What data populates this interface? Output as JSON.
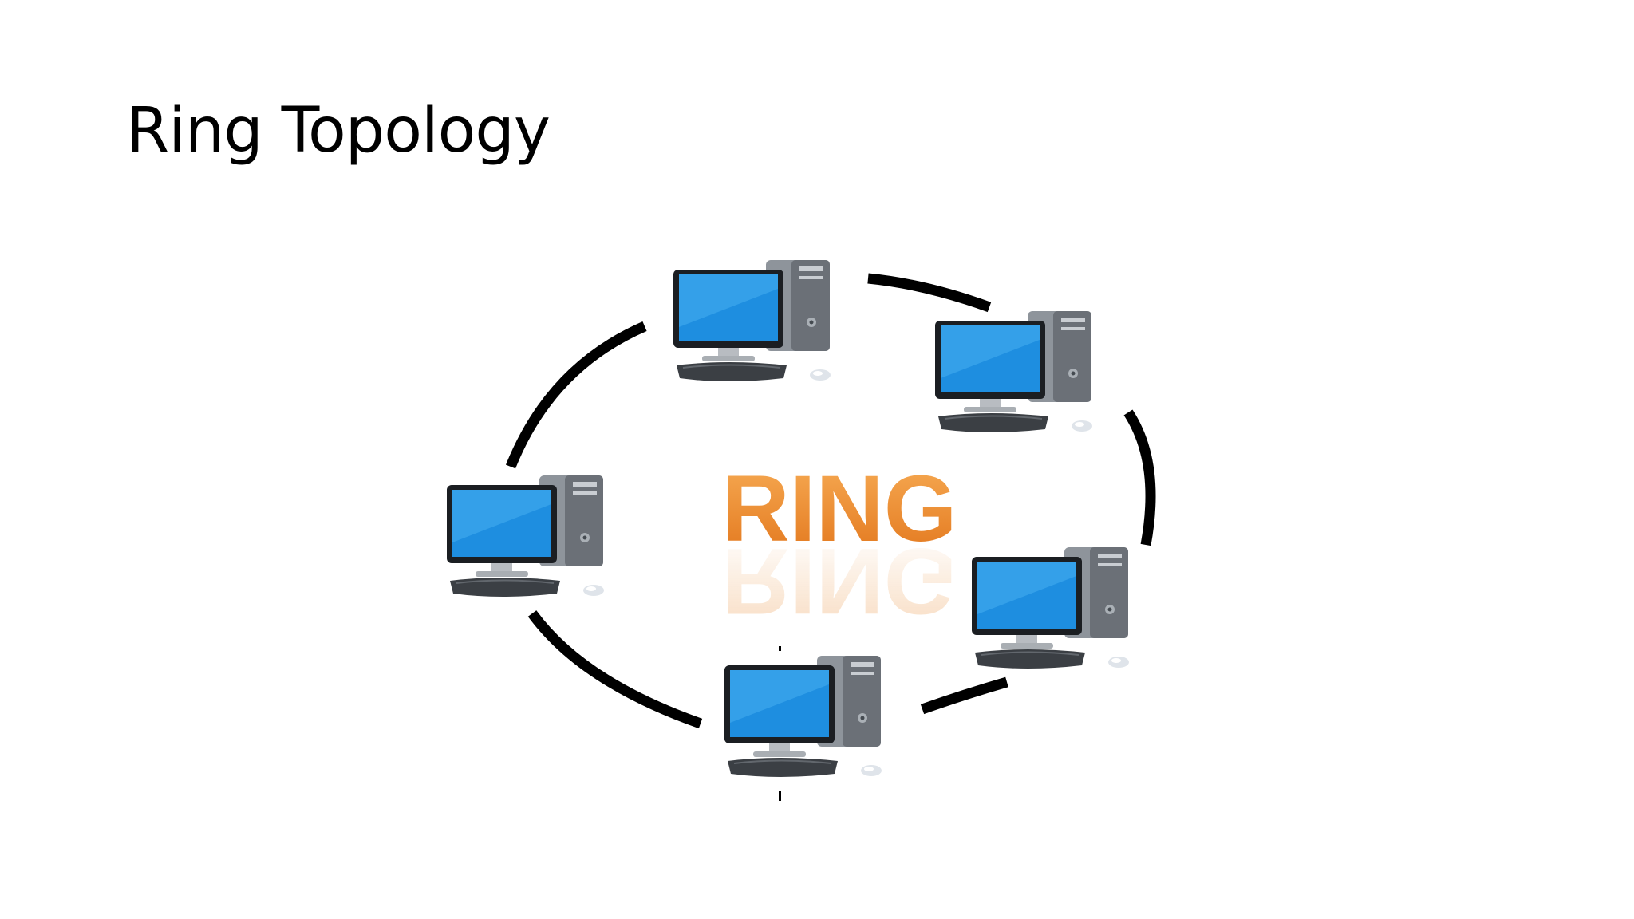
{
  "slide": {
    "title": "Ring Topology"
  },
  "diagram": {
    "center_label": "RING",
    "node_count": 5,
    "node_icon": "desktop-computer-icon",
    "colors": {
      "label_top": "#f6a24a",
      "label_bottom": "#e2761c",
      "ring": "#000000",
      "screen": "#1e8ee0",
      "tower": "#8e949b"
    }
  }
}
